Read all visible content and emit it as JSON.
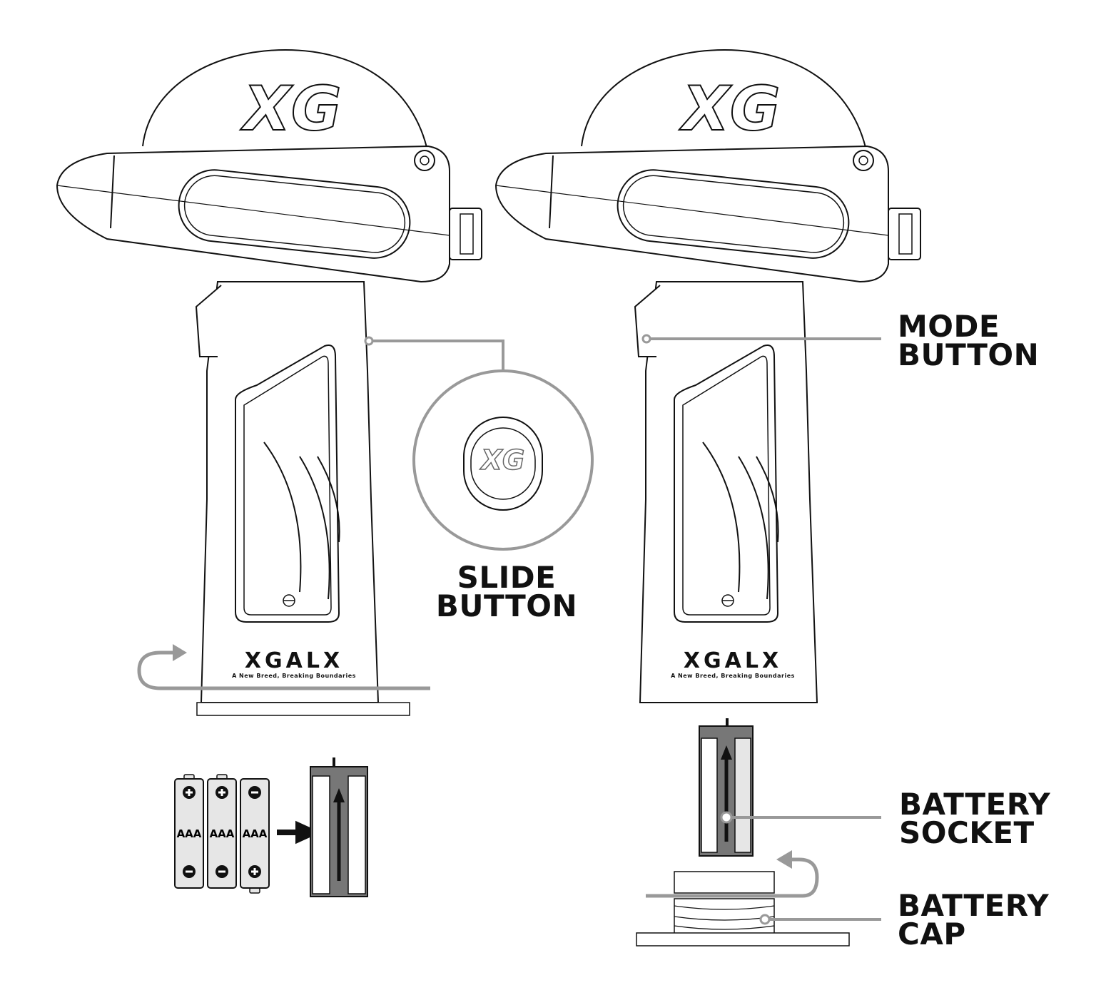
{
  "labels": {
    "slide_button": [
      "SLIDE",
      "BUTTON"
    ],
    "mode_button": [
      "MODE",
      "BUTTON"
    ],
    "battery_socket": [
      "BATTERY",
      "SOCKET"
    ],
    "battery_cap": [
      "BATTERY",
      "CAP"
    ]
  },
  "logo": {
    "head_badge": "XG",
    "slide_badge": "XG",
    "brand": "XGALX",
    "tagline": "A New Breed, Breaking Boundaries"
  },
  "batteries": [
    {
      "type": "AAA",
      "top": "+",
      "bottom": "-"
    },
    {
      "type": "AAA",
      "top": "+",
      "bottom": "-"
    },
    {
      "type": "AAA",
      "top": "-",
      "bottom": "+"
    }
  ],
  "colors": {
    "line": "#111111",
    "callout": "#999999",
    "battery_fill": "#e6e6e6",
    "socket_core": "#777777"
  }
}
